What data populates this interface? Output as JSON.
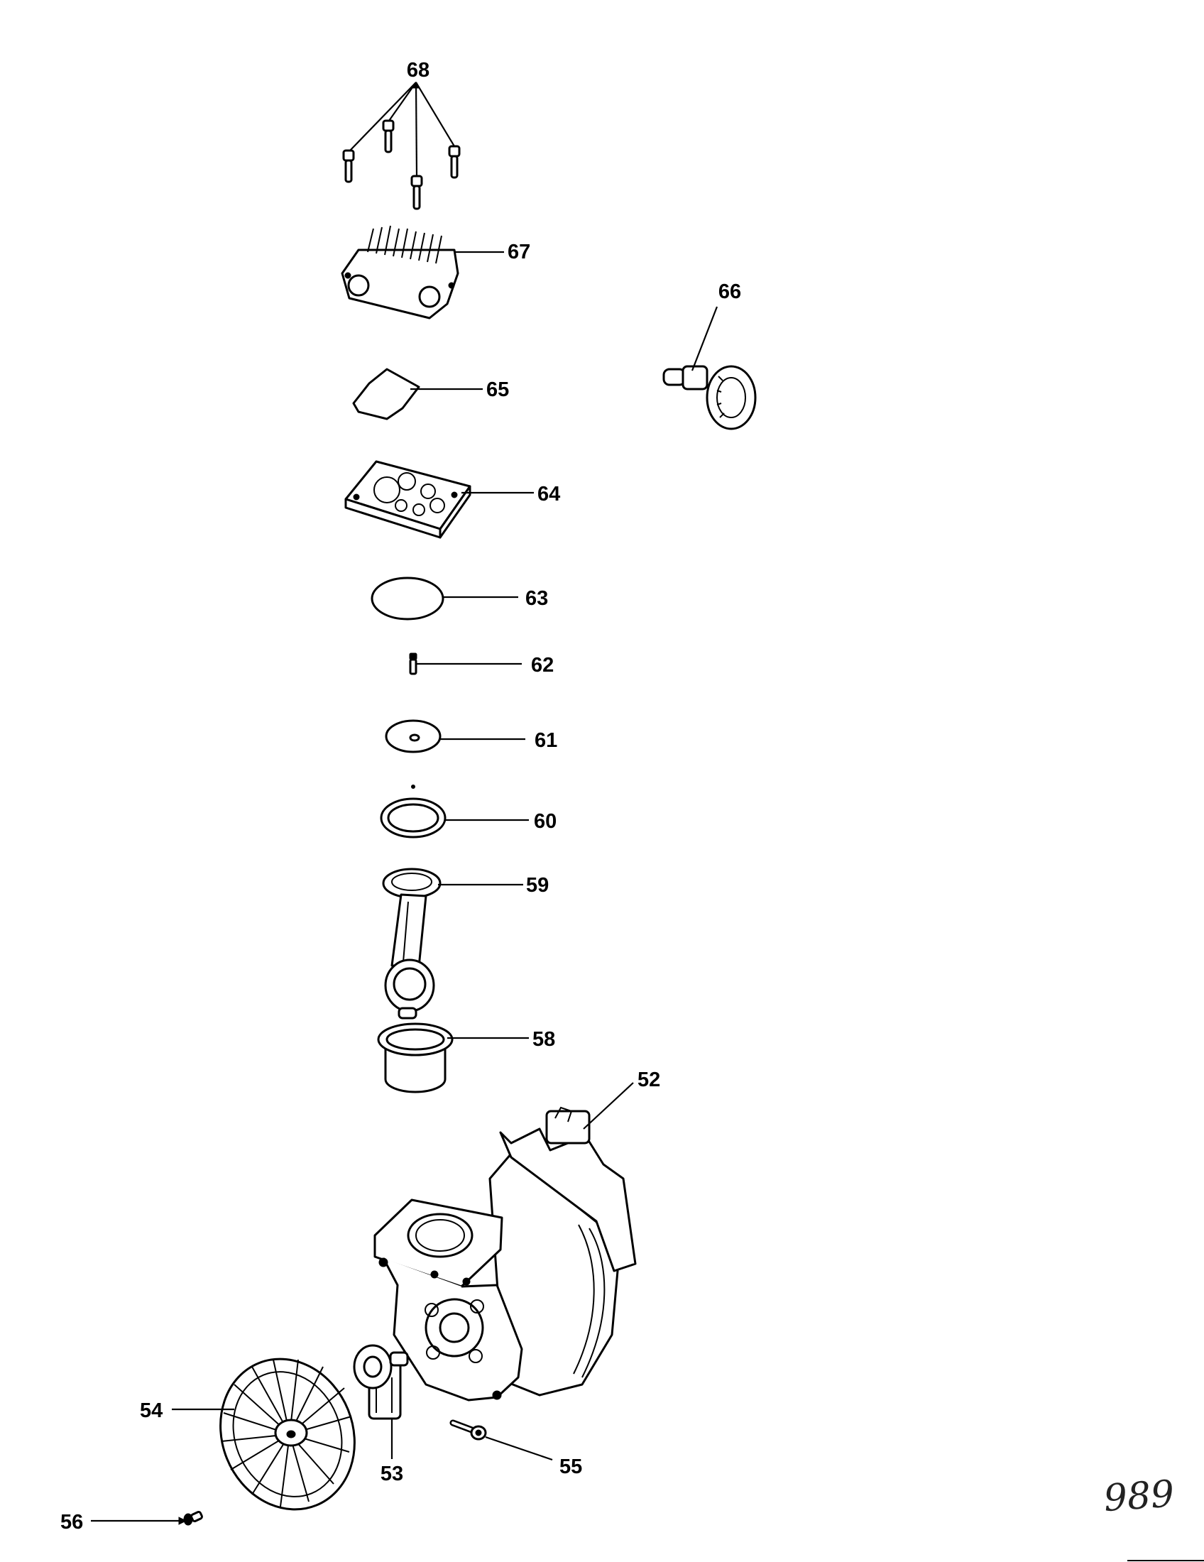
{
  "diagram": {
    "callouts": [
      {
        "id": "68",
        "label": "68"
      },
      {
        "id": "67",
        "label": "67"
      },
      {
        "id": "66",
        "label": "66"
      },
      {
        "id": "65",
        "label": "65"
      },
      {
        "id": "64",
        "label": "64"
      },
      {
        "id": "63",
        "label": "63"
      },
      {
        "id": "62",
        "label": "62"
      },
      {
        "id": "61",
        "label": "61"
      },
      {
        "id": "60",
        "label": "60"
      },
      {
        "id": "59",
        "label": "59"
      },
      {
        "id": "58",
        "label": "58"
      },
      {
        "id": "52",
        "label": "52"
      },
      {
        "id": "54",
        "label": "54"
      },
      {
        "id": "53",
        "label": "53"
      },
      {
        "id": "55",
        "label": "55"
      },
      {
        "id": "56",
        "label": "56"
      }
    ],
    "handwritten_mark": "989",
    "parts": [
      {
        "callout": "68",
        "icon": "screw-icon"
      },
      {
        "callout": "67",
        "icon": "cylinder-head-icon"
      },
      {
        "callout": "66",
        "icon": "motor-shaft-icon"
      },
      {
        "callout": "65",
        "icon": "gasket-icon"
      },
      {
        "callout": "64",
        "icon": "valve-plate-icon"
      },
      {
        "callout": "63",
        "icon": "o-ring-icon"
      },
      {
        "callout": "62",
        "icon": "small-screw-icon"
      },
      {
        "callout": "61",
        "icon": "disc-retainer-icon"
      },
      {
        "callout": "60",
        "icon": "seal-ring-icon"
      },
      {
        "callout": "59",
        "icon": "connecting-rod-icon"
      },
      {
        "callout": "58",
        "icon": "cylinder-sleeve-icon"
      },
      {
        "callout": "52",
        "icon": "motor-housing-icon"
      },
      {
        "callout": "53",
        "icon": "eccentric-icon"
      },
      {
        "callout": "54",
        "icon": "fan-icon"
      },
      {
        "callout": "55",
        "icon": "bolt-icon"
      },
      {
        "callout": "56",
        "icon": "screw-icon"
      }
    ]
  }
}
